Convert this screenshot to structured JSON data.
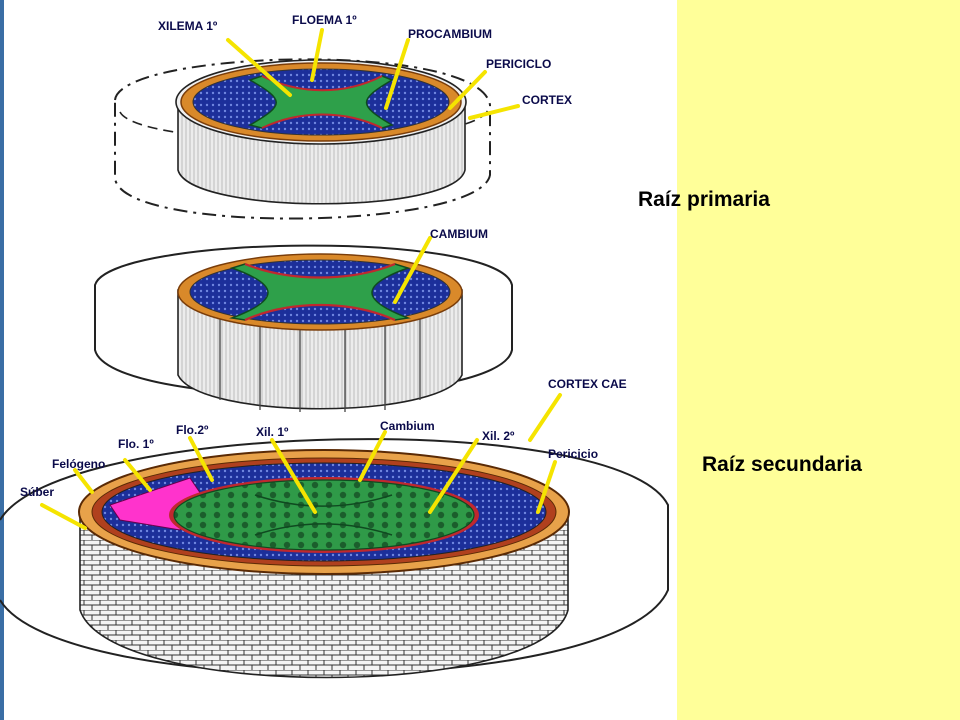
{
  "captions": {
    "primary": "Raíz primaria",
    "secondary": "Raíz secundaria"
  },
  "labels": {
    "xilema": "XILEMA 1º",
    "floema": "FLOEMA 1º",
    "procambium": "PROCAMBIUM",
    "periciclo": "PERICICLO",
    "cortex": "CORTEX",
    "cambium": "CAMBIUM",
    "cortex_cae": "CORTEX CAE",
    "flo1": "Flo. 1º",
    "flo2": "Flo.2º",
    "xil1": "Xil. 1º",
    "cambium2": "Cambium",
    "xil2": "Xil. 2º",
    "felogeno": "Felógeno",
    "pericicio2": "Pericicio",
    "suber": "Súber"
  },
  "colors": {
    "panel": "#ffff99",
    "pointer": "#f5e400",
    "xylem": "#1f7a3a",
    "phloem_blue": "#1c2f9a",
    "pericycle_orange": "#d9892a",
    "suber_magenta": "#ff33cc",
    "cambium_red": "#c0282f"
  }
}
